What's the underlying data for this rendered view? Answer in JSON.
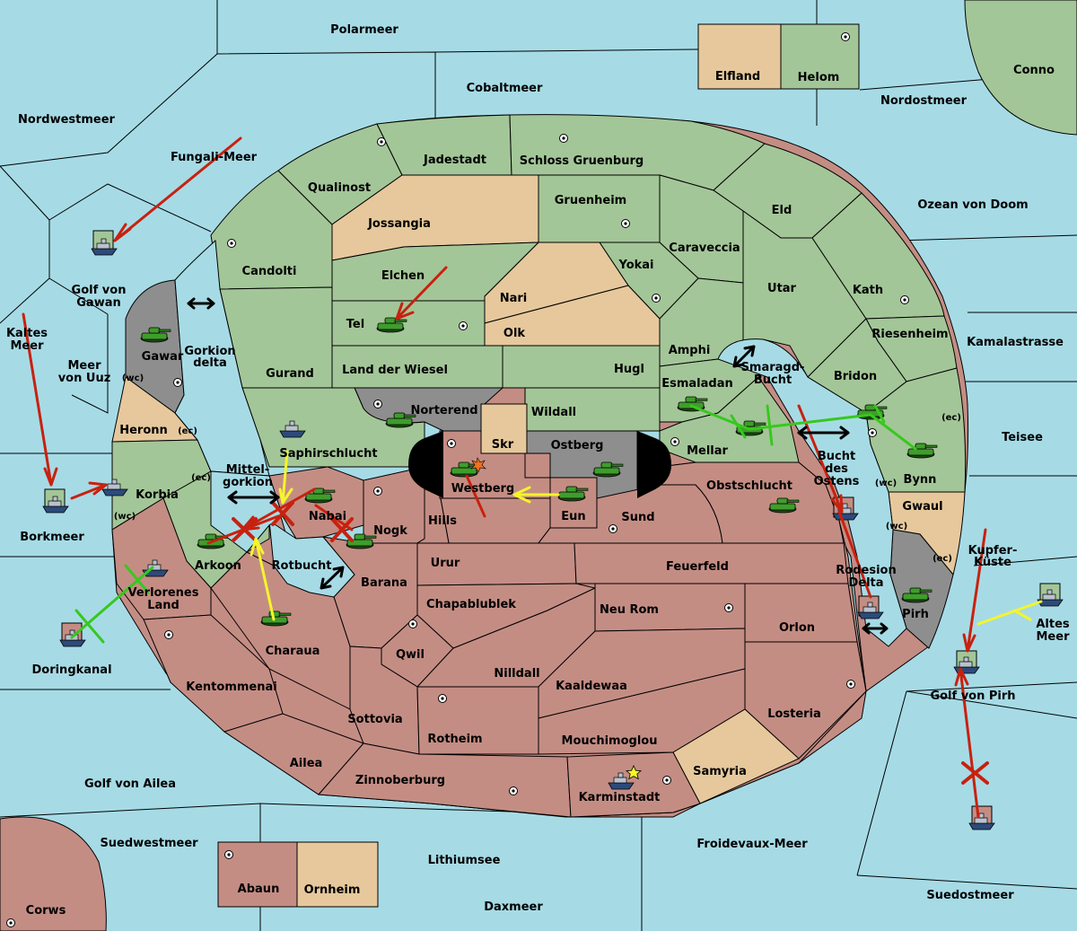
{
  "colors": {
    "sea": "#a6dbe6",
    "green_player": "#a3c698",
    "red_player": "#c48d84",
    "neutral": "#e6c89c",
    "impassable": "#8e8e8e",
    "order_red": "#c8210f",
    "order_green": "#37c81e",
    "order_yellow": "#f5f52a",
    "order_black": "#000000"
  },
  "regions": {
    "polarmeer": "Polarmeer",
    "cobaltmeer": "Cobaltmeer",
    "elfland": "Elfland",
    "helom": "Helom",
    "conno": "Conno",
    "nordostmeer": "Nordostmeer",
    "nordwestmeer": "Nordwestmeer",
    "fungali_meer": "Fungali-Meer",
    "jadestadt": "Jadestadt",
    "schloss_gruenburg": "Schloss Gruenburg",
    "qualinost": "Qualinost",
    "gruenheim": "Gruenheim",
    "eld": "Eld",
    "ozean_von_doom": "Ozean von Doom",
    "jossangia": "Jossangia",
    "caraveccia": "Caraveccia",
    "candolti": "Candolti",
    "golf_von_gawan_1": "Golf von",
    "golf_von_gawan_2": "Gawan",
    "elchen": "Elchen",
    "yokai": "Yokai",
    "utar": "Utar",
    "kath": "Kath",
    "nari": "Nari",
    "tel": "Tel",
    "olk": "Olk",
    "kaltes_meer_1": "Kaltes",
    "kaltes_meer_2": "Meer",
    "riesenheim": "Riesenheim",
    "kamalastrasse": "Kamalastrasse",
    "gawar": "Gawar",
    "gorkion_delta_1": "Gorkion",
    "gorkion_delta_2": "delta",
    "amphi": "Amphi",
    "meer_von_uuz_1": "Meer",
    "meer_von_uuz_2": "von Uuz",
    "wc_1": "(wc)",
    "gurand": "Gurand",
    "land_der_wiesel": "Land der Wiesel",
    "hugl": "Hugl",
    "smaragd_bucht_1": "Smaragd-",
    "smaragd_bucht_2": "Bucht",
    "bridon": "Bridon",
    "esmaladan": "Esmaladan",
    "norterend": "Norterend",
    "wildall": "Wildall",
    "heronn": "Heronn",
    "ec_1": "(ec)",
    "ec_2": "(ec)",
    "teisee": "Teisee",
    "skr": "Skr",
    "ostberg": "Ostberg",
    "mellar": "Mellar",
    "saphirschlucht": "Saphirschlucht",
    "bucht_des_ostens_1": "Bucht",
    "bucht_des_ostens_2": "des",
    "bucht_des_ostens_3": "Ostens",
    "mittelgorkion_1": "Mittel-",
    "mittelgorkion_2": "gorkion",
    "ec_3": "(ec)",
    "bynn": "Bynn",
    "wc_2": "(wc)",
    "westberg": "Westberg",
    "obstschlucht": "Obstschlucht",
    "korbia": "Korbia",
    "gwaul": "Gwaul",
    "nabai": "Nabai",
    "hills": "Hills",
    "eun": "Eun",
    "sund": "Sund",
    "wc_3": "(wc)",
    "wc_4": "(wc)",
    "borkmeer": "Borkmeer",
    "nogk": "Nogk",
    "kupferkueste_1": "Kupfer-",
    "kupferkueste_2": "Küste",
    "ec_4": "(ec)",
    "arkoon": "Arkoon",
    "rotbucht": "Rotbucht",
    "urur": "Urur",
    "feuerfeld": "Feuerfeld",
    "rodesion_delta_1": "Rodesion",
    "rodesion_delta_2": "Delta",
    "verlorenes_land_1": "Verlorenes",
    "verlorenes_land_2": "Land",
    "barana": "Barana",
    "chapablublek": "Chapablublek",
    "neu_rom": "Neu Rom",
    "pirh": "Pirh",
    "altes_meer_1": "Altes",
    "altes_meer_2": "Meer",
    "orlon": "Orlon",
    "charaua": "Charaua",
    "qwil": "Qwil",
    "doringkanal": "Doringkanal",
    "nilldall": "Nilldall",
    "kaaldewaa": "Kaaldewaa",
    "golf_von_pirh": "Golf von Pirh",
    "kentommenai": "Kentommenai",
    "losteria": "Losteria",
    "sottovia": "Sottovia",
    "rotheim": "Rotheim",
    "mouchimoglou": "Mouchimoglou",
    "ailea": "Ailea",
    "samyria": "Samyria",
    "golf_von_ailea": "Golf von Ailea",
    "zinnoberburg": "Zinnoberburg",
    "karminstadt": "Karminstadt",
    "suedwestmeer": "Suedwestmeer",
    "froidevaux_meer": "Froidevaux-Meer",
    "lithiumsee": "Lithiumsee",
    "suedostmeer": "Suedostmeer",
    "abaun": "Abaun",
    "ornheim": "Ornheim",
    "daxmeer": "Daxmeer",
    "corws": "Corws"
  }
}
